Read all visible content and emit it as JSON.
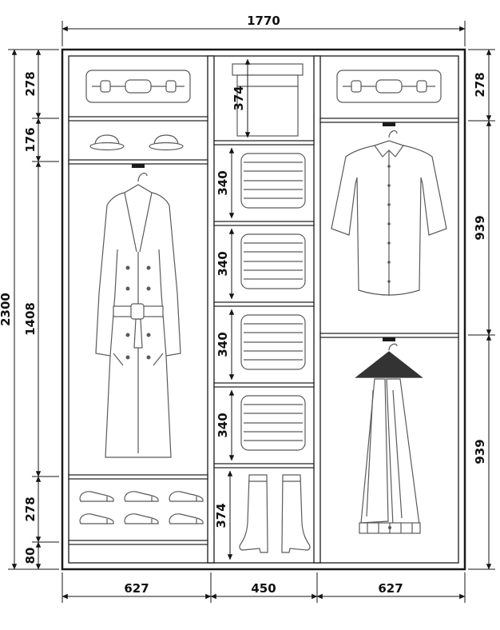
{
  "diagram": {
    "overall_width": "1770",
    "overall_height": "2300",
    "left_section_heights": [
      "278",
      "176",
      "1408",
      "278",
      "80"
    ],
    "middle_shelf_heights": [
      "374",
      "340",
      "340",
      "340",
      "340",
      "374"
    ],
    "right_section_heights": [
      "278",
      "939",
      "939"
    ],
    "section_widths": [
      "627",
      "450",
      "627"
    ]
  },
  "icons": [
    "suitcase-icon",
    "hat-icon",
    "coat-icon",
    "folded-clothes-icon",
    "storage-box-icon",
    "boots-icon",
    "shirt-icon",
    "trousers-icon",
    "shoe-icon",
    "hanger-rail-icon"
  ],
  "colors": {
    "line": "#1a1a1a",
    "garment": "#5a5a5a",
    "background": "#ffffff"
  }
}
